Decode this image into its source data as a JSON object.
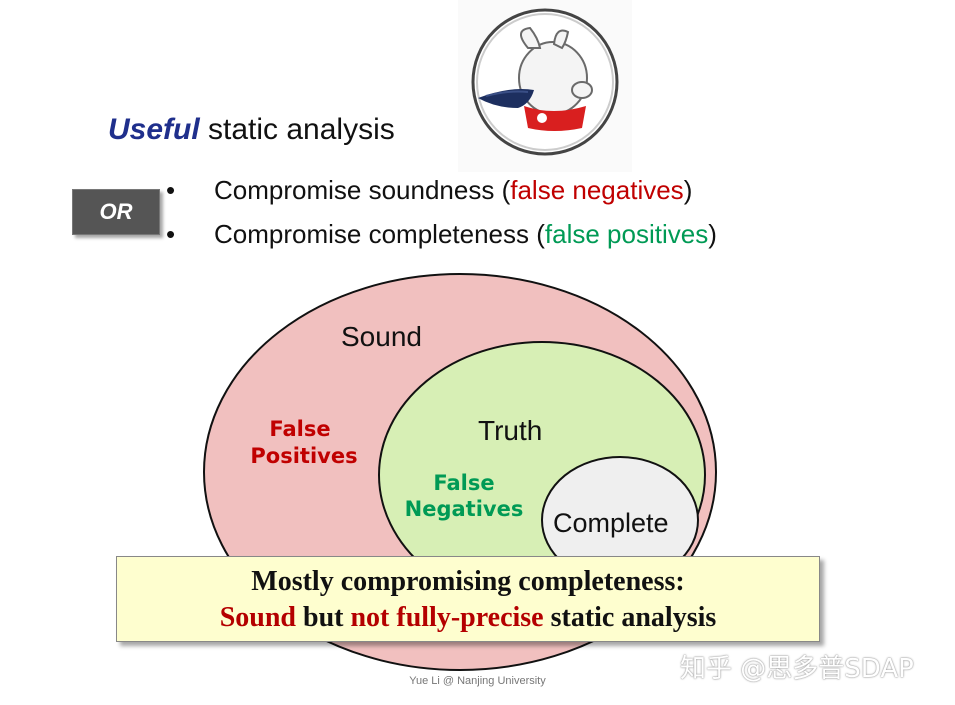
{
  "heading": {
    "emphasis": "Useful",
    "rest": " static analysis"
  },
  "or_badge": "OR",
  "bullets": [
    {
      "bullet": "•",
      "prefix": "Compromise soundness (",
      "highlight": "false negatives",
      "suffix": ")",
      "highlight_color": "#c00000"
    },
    {
      "bullet": "•",
      "prefix": "Compromise completeness (",
      "highlight": "false positives",
      "suffix": ")",
      "highlight_color": "#009a55"
    }
  ],
  "diagram": {
    "sound_label": "Sound",
    "truth_label": "Truth",
    "complete_label": "Complete",
    "false_positives": [
      "False",
      "Positives"
    ],
    "false_negatives": [
      "False",
      "Negatives"
    ],
    "colors": {
      "sound_fill": "#f1c0bf",
      "truth_fill": "#d7efb5",
      "complete_fill": "#efefef",
      "false_positives_text": "#c00000",
      "false_negatives_text": "#009a55"
    }
  },
  "callout": {
    "line1": "Mostly compromising completeness:",
    "line2_red1": "Sound",
    "line2_mid": " but ",
    "line2_red2": "not fully-precise",
    "line2_end": " static analysis"
  },
  "footer": "Yue Li @ Nanjing University",
  "watermark": "知乎 @思多普SDAP",
  "logo": {
    "icon": "mascot-logo-icon"
  }
}
